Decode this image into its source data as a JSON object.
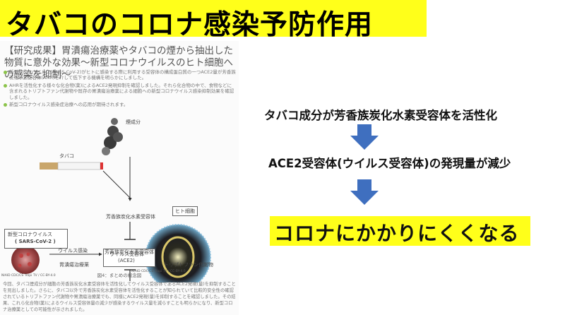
{
  "slide_title": "タバコのコロナ感染予防作用",
  "article": {
    "title": "【研究成果】胃潰瘍治療薬やタバコの煙から抽出した物質に意外な効果〜新型コロナウイルスのヒト細胞への感染を抑制〜",
    "bullets": [
      "新型コロナウイルス(SARS-CoV-2)がヒトに感染する際に利用する受容体の構成蛋白質の一つACE2量が芳香族炭化水素受容体(AHR)を介して低下する機構を明らかにしました。",
      "AHRを活性化する様々な化合物(薬)によるACE2発現抑制を確認しました。それら化合物の中で、食物などに含まれるトリプトファン代謝物や既存の胃潰瘍治療薬による細胞への新型コロナウイルス感染抑制効果を確認しました。",
      "新型コロナウイルス感染症治療への応用が期待されます。"
    ],
    "diagram": {
      "smoke_label": "煙成分",
      "tobacco_label": "タバコ",
      "human_cell_label": "ヒト細胞",
      "ahr_top_label": "芳香族炭化水素受容体",
      "virus_box_line1": "新型コロナウイルス",
      "virus_box_line2": "( SARS-CoV-2 )",
      "virus_infection_label": "ウイルス感染",
      "receptor_line1": "ウイルス受容体",
      "receptor_line2": "(ACE2)",
      "ahr_bottom_label": "芳香族炭化水素受容体",
      "drug_label": "胃潰瘍治療薬",
      "tryptophan_label": "トリプトファン代謝物",
      "credit_left": "NIAID CDC/CS Tropi TV / CC-BY-4.0",
      "credit_right": "NIAID CDC/CS Tropi TV / CC-BY-4.0"
    },
    "caption": "図4：まとめの概念図",
    "summary": "今回、タバコ煙成分が細胞の芳香族炭化水素受容体を活性化してウイルス受容体であるACE2発現(量)を抑制することを見出しました。さらに、タバコ以外で芳香族炭化水素受容体を活性化することが知られていて比較的安全性の確認されているトリプトファン代謝物や胃潰瘍治療薬でも、同様にACE2発現(量)を抑制することを確認しました。その結果、これら化合物(薬)によるウイルス受容体量の減少が感染するウイルス量を減らすことも明らかになり、新型コロナ治療薬としての可能性が示されました。"
  },
  "flow": {
    "step1": "タバコ成分が芳香族炭化水素受容体を活性化",
    "step2": "ACE2受容体(ウイルス受容体)の発現量が減少",
    "result": "コロナにかかりにくくなる"
  },
  "colors": {
    "highlight": "#ffff1a",
    "arrow": "#3f6fbf"
  }
}
